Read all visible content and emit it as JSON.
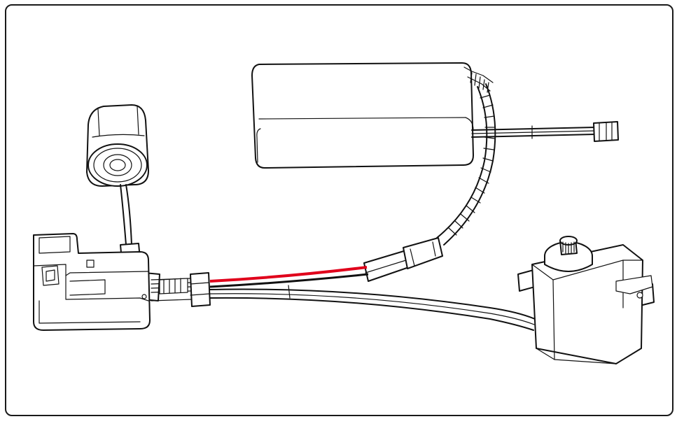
{
  "diagram": {
    "colors": {
      "line": "#111111",
      "background": "#ffffff",
      "positive_wire": "#e0001b",
      "negative_wire": "#111111"
    },
    "components": [
      {
        "id": "battery",
        "icon": "lipo-battery-icon"
      },
      {
        "id": "motor",
        "icon": "dc-motor-icon"
      },
      {
        "id": "receiver",
        "icon": "receiver-board-icon"
      },
      {
        "id": "servo",
        "icon": "servo-icon"
      }
    ]
  }
}
